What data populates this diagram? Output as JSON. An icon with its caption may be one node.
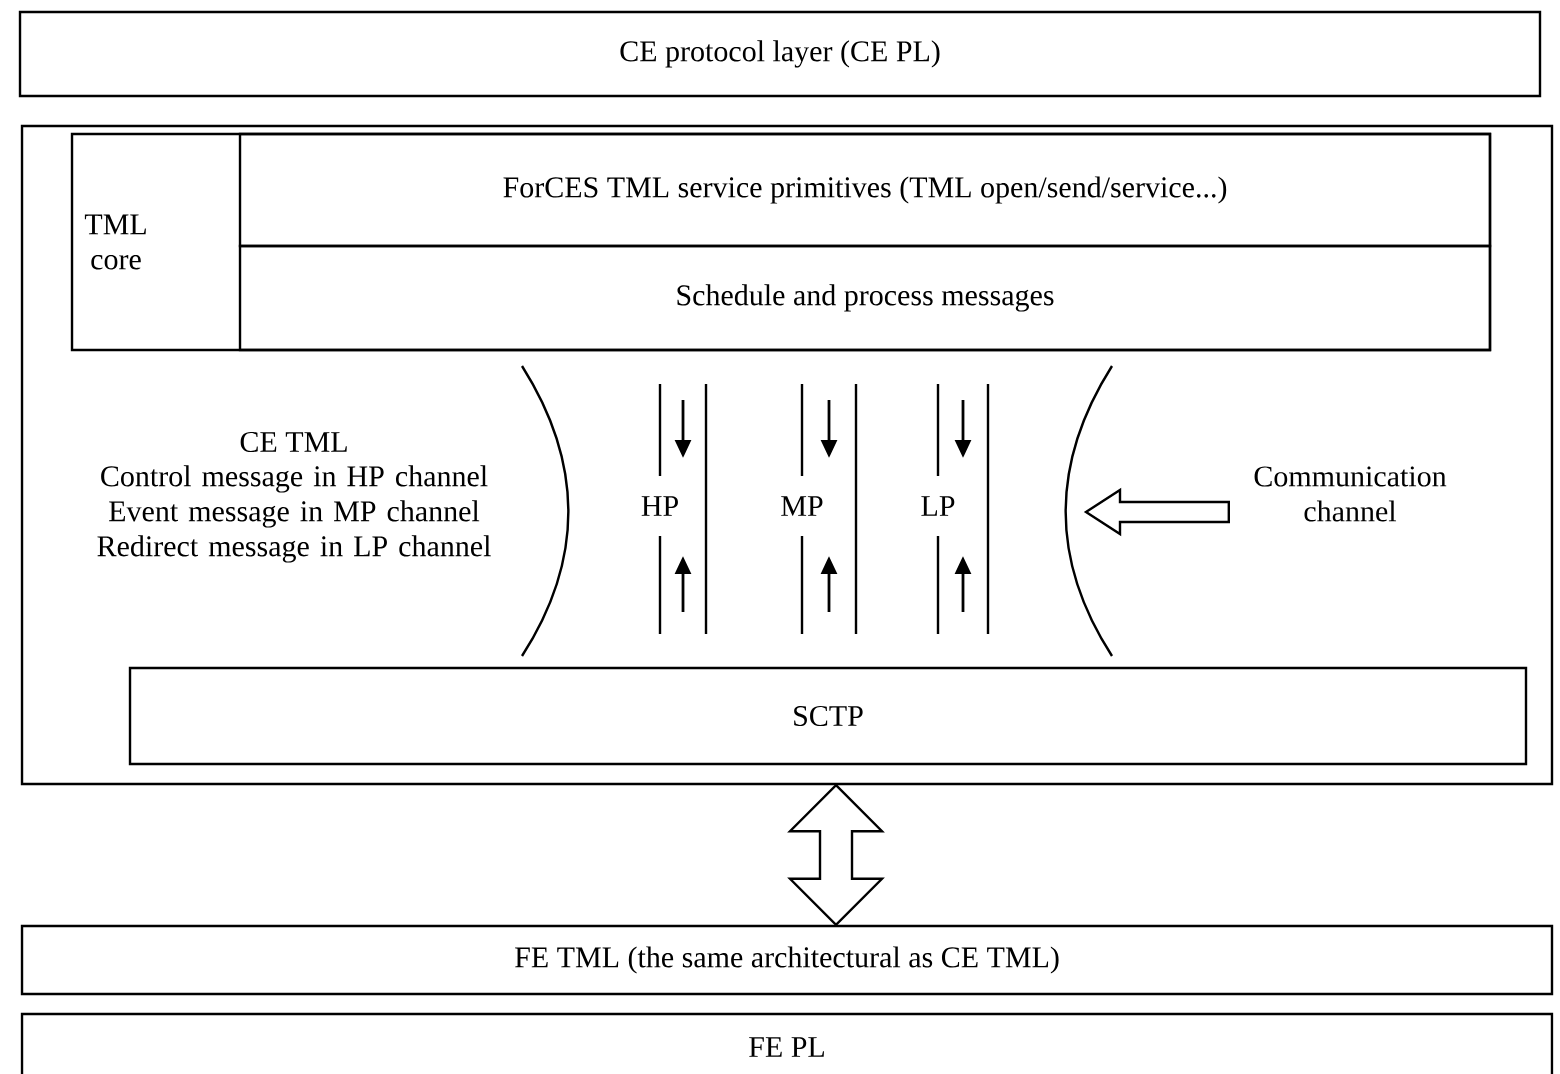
{
  "diagram": {
    "nodes": [
      {
        "text": [
          "CE protocol layer (CE PL)"
        ]
      },
      {
        "text": [
          "CE TML",
          "Control message in HP channel Event message in MP channel Redirect message in LP channel"
        ]
      },
      {
        "text": [
          "TML core"
        ],
        "in": 1
      },
      {
        "text": [
          "ForCES TML service primitives (TML open/send/service...)"
        ],
        "in": 2
      },
      {
        "text": [
          "Schedule and process messages"
        ],
        "in": 2
      },
      {
        "text": [
          "SCTP"
        ],
        "in": 1
      },
      {
        "text": [
          "Communication channel"
        ],
        "in": 1
      },
      {
        "text": [
          "FE TML (the same architectural as CE TML)"
        ]
      },
      {
        "text": [
          "FE PL"
        ]
      }
    ],
    "edges": [
      {
        "from": 1,
        "to": 7,
        "arrow": "both"
      },
      {
        "from": 6,
        "to": null,
        "arrow": "to"
      }
    ],
    "labels": [
      "HP",
      "MP",
      "LP"
    ]
  }
}
